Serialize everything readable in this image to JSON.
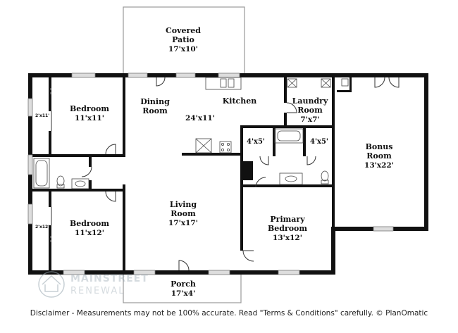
{
  "rooms": {
    "covered_patio": {
      "name_line1": "Covered",
      "name_line2": "Patio",
      "dims": "17'x10'"
    },
    "dining_room": {
      "name_line1": "Dining",
      "name_line2": "Room"
    },
    "kitchen": {
      "name": "Kitchen",
      "dims": "24'x11'"
    },
    "laundry_room": {
      "name_line1": "Laundry",
      "name_line2": "Room",
      "dims": "7'x7'"
    },
    "bedroom_top": {
      "name": "Bedroom",
      "dims": "11'x11'"
    },
    "closet_top": {
      "dims": "2'x11'"
    },
    "bedroom_bottom": {
      "name": "Bedroom",
      "dims": "11'x12'"
    },
    "closet_bottom": {
      "dims": "2'x12'"
    },
    "living_room": {
      "name_line1": "Living",
      "name_line2": "Room",
      "dims": "17'x17'"
    },
    "closet_left": {
      "dims": "4'x5'"
    },
    "closet_right": {
      "dims": "4'x5'"
    },
    "bonus_room": {
      "name_line1": "Bonus",
      "name_line2": "Room",
      "dims": "13'x22'"
    },
    "primary_bedroom": {
      "name_line1": "Primary",
      "name_line2": "Bedroom",
      "dims": "13'x12'"
    },
    "porch": {
      "name": "Porch",
      "dims": "17'x4'"
    }
  },
  "watermark": {
    "line1": "MAINSTREET",
    "line2": "RENEWAL"
  },
  "disclaimer": "Disclaimer - Measurements may not be 100% accurate. Read \"Terms & Conditions\" carefully. © PlanOmatic",
  "colors": {
    "wall": "#111111",
    "fixture": "#555555",
    "window": "#888888",
    "watermark": "#8a9aa6"
  }
}
